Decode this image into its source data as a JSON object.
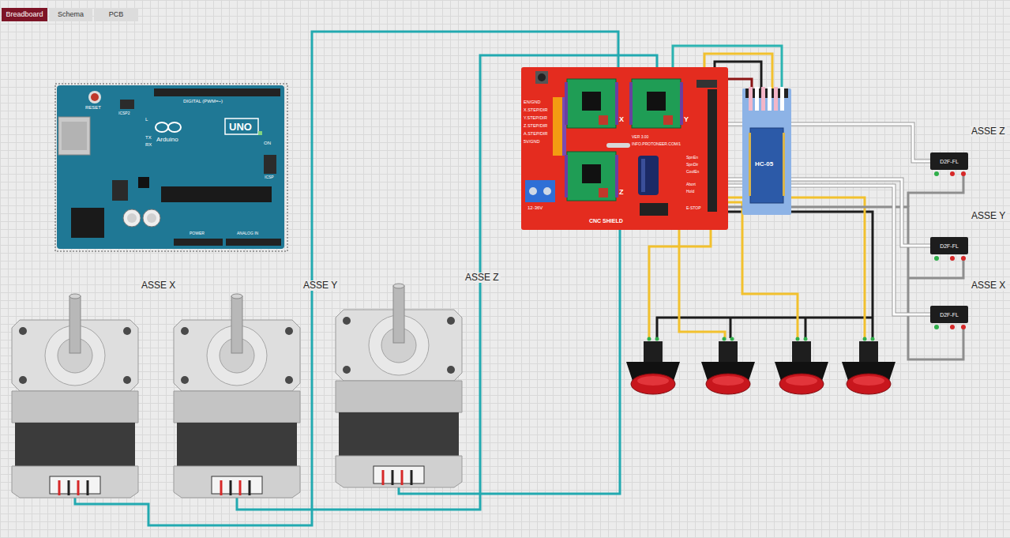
{
  "diagram": {
    "nodes": [
      {
        "text": [
          "Breadboard"
        ]
      },
      {
        "text": [
          "Schema"
        ]
      },
      {
        "text": [
          "PCB"
        ]
      },
      {
        "text": [
          "RESET",
          "ICSP2",
          "DIGITAL (PWM=~)",
          "L",
          "TX",
          "RX",
          "UNO",
          "Arduino",
          "ON",
          "ICSP",
          "POWER",
          "ANALOG IN"
        ]
      },
      {
        "text": [
          "EN/GND",
          "X.STEP/DIR",
          "Y.STEP/DIR",
          "Z.STEP/DIR",
          "A.STEP/DIR",
          "5V/GND",
          "12-36V",
          "VER 3.00",
          "INFO.PROTONEER.COM/1",
          "X",
          "Y",
          "Z",
          "SpnEn",
          "SpnDir",
          "CoolEn",
          "Abort",
          "Hold",
          "E-STOP",
          "CNC SHIELD"
        ]
      },
      {
        "text": [
          "HC-05"
        ]
      },
      {
        "text": [
          "D2F-FL"
        ]
      },
      {
        "text": [
          "D2F-FL"
        ]
      },
      {
        "text": [
          "D2F-FL"
        ]
      }
    ],
    "edges": [
      {
        "from": 4,
        "to": 5,
        "arrow": "none"
      },
      {
        "from": 4,
        "to": 5,
        "arrow": "none"
      },
      {
        "from": 4,
        "to": 5,
        "arrow": "none"
      },
      {
        "from": 4,
        "to": 5,
        "arrow": "none"
      },
      {
        "from": 4,
        "to": 6,
        "arrow": "none"
      },
      {
        "from": 4,
        "to": 7,
        "arrow": "none"
      },
      {
        "from": 4,
        "to": 8,
        "arrow": "none"
      }
    ],
    "labels": [
      "ASSE X",
      "ASSE Y",
      "ASSE Z",
      "ASSE Z",
      "ASSE Y",
      "ASSE X"
    ]
  }
}
